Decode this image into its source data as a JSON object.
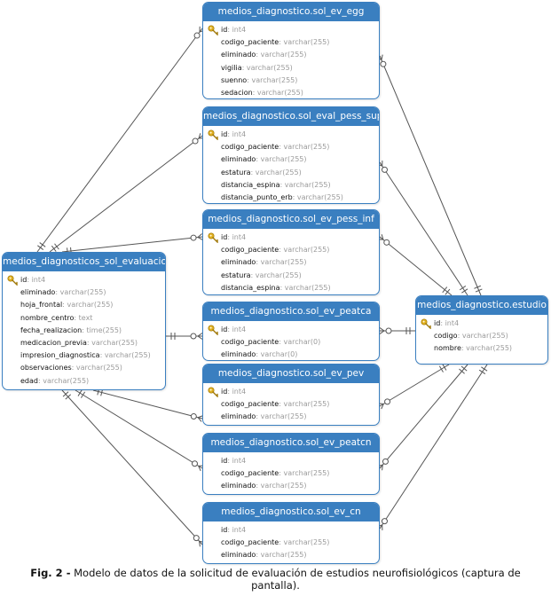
{
  "entities": [
    {
      "id": "egg",
      "title": "medios_diagnostico.sol_ev_egg",
      "fields": [
        {
          "name": "id",
          "type": "int4",
          "pk": true
        },
        {
          "name": "codigo_paciente",
          "type": "varchar(255)"
        },
        {
          "name": "eliminado",
          "type": "varchar(255)"
        },
        {
          "name": "vigilia",
          "type": "varchar(255)"
        },
        {
          "name": "suenno",
          "type": "varchar(255)"
        },
        {
          "name": "sedacion",
          "type": "varchar(255)"
        }
      ]
    },
    {
      "id": "pess_sup",
      "title": "medios_diagnostico.sol_eval_pess_sup",
      "fields": [
        {
          "name": "id",
          "type": "int4",
          "pk": true
        },
        {
          "name": "codigo_paciente",
          "type": "varchar(255)"
        },
        {
          "name": "eliminado",
          "type": "varchar(255)"
        },
        {
          "name": "estatura",
          "type": "varchar(255)"
        },
        {
          "name": "distancia_espina",
          "type": "varchar(255)"
        },
        {
          "name": "distancia_punto_erb",
          "type": "varchar(255)"
        }
      ]
    },
    {
      "id": "pess_inf",
      "title": "medios_diagnostico.sol_ev_pess_inf",
      "fields": [
        {
          "name": "id",
          "type": "int4",
          "pk": true
        },
        {
          "name": "codigo_paciente",
          "type": "varchar(255)"
        },
        {
          "name": "eliminado",
          "type": "varchar(255)"
        },
        {
          "name": "estatura",
          "type": "varchar(255)"
        },
        {
          "name": "distancia_espina",
          "type": "varchar(255)"
        }
      ]
    },
    {
      "id": "peatca",
      "title": "medios_diagnostico.sol_ev_peatca",
      "fields": [
        {
          "name": "id",
          "type": "int4",
          "pk": true
        },
        {
          "name": "codigo_paciente",
          "type": "varchar(0)"
        },
        {
          "name": "eliminado",
          "type": "varchar(0)"
        }
      ]
    },
    {
      "id": "pev",
      "title": "medios_diagnostico.sol_ev_pev",
      "fields": [
        {
          "name": "id",
          "type": "int4",
          "pk": true
        },
        {
          "name": "codigo_paciente",
          "type": "varchar(255)"
        },
        {
          "name": "eliminado",
          "type": "varchar(255)"
        }
      ]
    },
    {
      "id": "peatcn",
      "title": "medios_diagnostico.sol_ev_peatcn",
      "fields": [
        {
          "name": "id",
          "type": "int4",
          "pk": false
        },
        {
          "name": "codigo_paciente",
          "type": "varchar(255)"
        },
        {
          "name": "eliminado",
          "type": "varchar(255)"
        }
      ]
    },
    {
      "id": "cn",
      "title": "medios_diagnostico.sol_ev_cn",
      "fields": [
        {
          "name": "id",
          "type": "int4",
          "pk": false
        },
        {
          "name": "codigo_paciente",
          "type": "varchar(255)"
        },
        {
          "name": "eliminado",
          "type": "varchar(255)"
        }
      ]
    },
    {
      "id": "evaluacion",
      "title": "medios_diagnosticos_sol_evaluacion",
      "fields": [
        {
          "name": "id",
          "type": "int4",
          "pk": true
        },
        {
          "name": "eliminado",
          "type": "varchar(255)"
        },
        {
          "name": "hoja_frontal",
          "type": "varchar(255)"
        },
        {
          "name": "nombre_centro",
          "type": "text"
        },
        {
          "name": "fecha_realizacion",
          "type": "time(255)"
        },
        {
          "name": "medicacion_previa",
          "type": "varchar(255)"
        },
        {
          "name": "impresion_diagnostica",
          "type": "varchar(255)"
        },
        {
          "name": "observaciones",
          "type": "varchar(255)"
        },
        {
          "name": "edad",
          "type": "varchar(255)"
        }
      ]
    },
    {
      "id": "estudio",
      "title": "medios_diagnostico.estudio",
      "fields": [
        {
          "name": "id",
          "type": "int4",
          "pk": true
        },
        {
          "name": "codigo",
          "type": "varchar(255)"
        },
        {
          "name": "nombre",
          "type": "varchar(255)"
        }
      ]
    }
  ],
  "relationships": [
    {
      "from": "evaluacion",
      "to": "egg"
    },
    {
      "from": "evaluacion",
      "to": "pess_sup"
    },
    {
      "from": "evaluacion",
      "to": "pess_inf"
    },
    {
      "from": "evaluacion",
      "to": "peatca"
    },
    {
      "from": "evaluacion",
      "to": "pev"
    },
    {
      "from": "evaluacion",
      "to": "peatcn"
    },
    {
      "from": "evaluacion",
      "to": "cn"
    },
    {
      "from": "estudio",
      "to": "egg"
    },
    {
      "from": "estudio",
      "to": "pess_sup"
    },
    {
      "from": "estudio",
      "to": "pess_inf"
    },
    {
      "from": "estudio",
      "to": "peatca"
    },
    {
      "from": "estudio",
      "to": "pev"
    },
    {
      "from": "estudio",
      "to": "peatcn"
    },
    {
      "from": "estudio",
      "to": "cn"
    }
  ],
  "caption": {
    "label": "Fig. 2 -",
    "text": " Modelo de datos de la solicitud de evaluación de estudios neurofisiológicos (captura de pantalla)."
  },
  "colors": {
    "header": "#3a7fc0",
    "border": "#3a7fc0",
    "line": "#555555",
    "type_text": "#9a9a9a",
    "key": "#e0b020"
  }
}
